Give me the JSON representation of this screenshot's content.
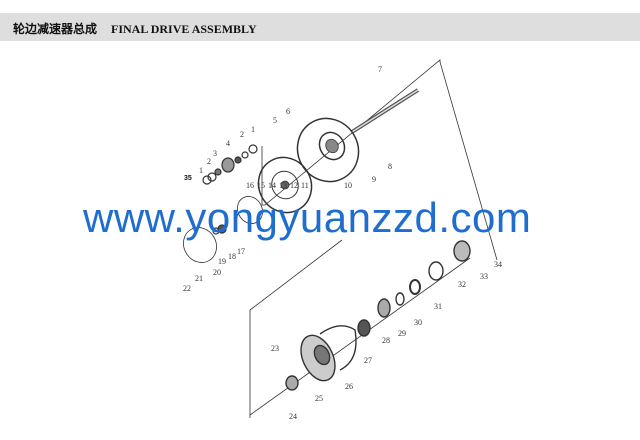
{
  "header": {
    "title_cn": "轮边减速器总成",
    "title_en": "FINAL DRIVE ASSEMBLY"
  },
  "watermark": "www.yongyuanzzd.com",
  "part_labels": [
    "1",
    "2",
    "3",
    "4",
    "2",
    "1",
    "35",
    "5",
    "6",
    "7",
    "8",
    "9",
    "10",
    "11",
    "12",
    "13",
    "14",
    "15",
    "16",
    "17",
    "18",
    "19",
    "20",
    "21",
    "22",
    "23",
    "24",
    "25",
    "26",
    "27",
    "28",
    "29",
    "30",
    "31",
    "32",
    "33",
    "34"
  ],
  "colors": {
    "watermark": "#1f6ecf",
    "header_bg": "#dedede"
  }
}
